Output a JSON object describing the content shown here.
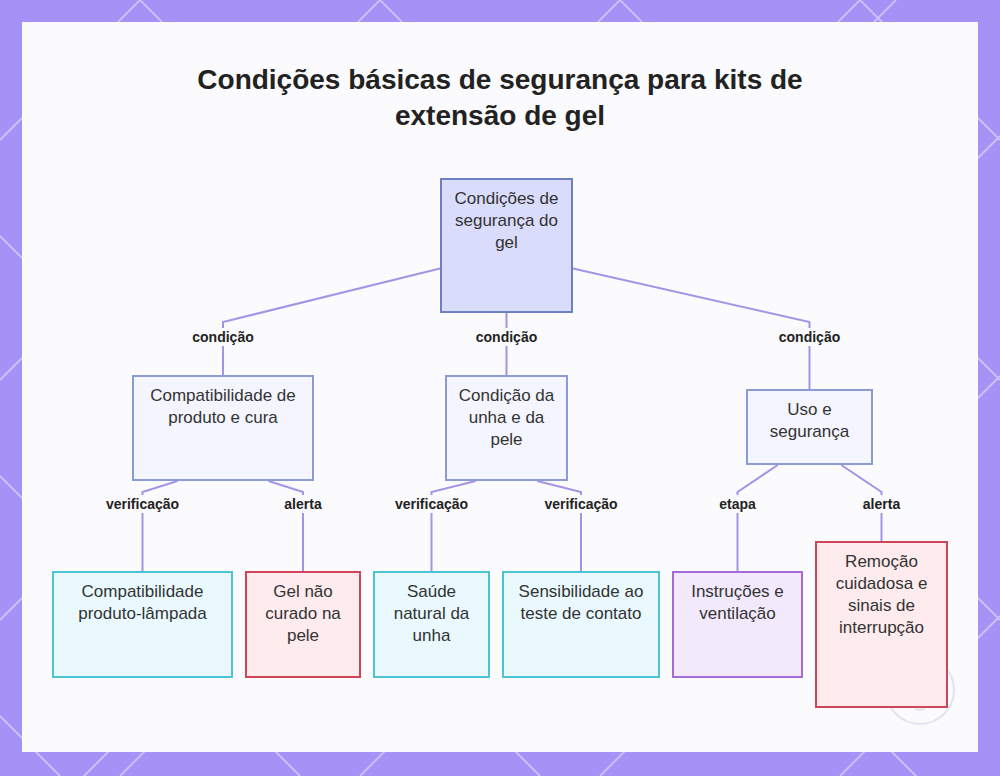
{
  "diagram": {
    "title": "Condições básicas de segurança para kits de extensão de gel",
    "nodes": [
      {
        "text": [
          "Condições de segurança do gel"
        ]
      },
      {
        "text": [
          "Compatibilidade de produto e cura"
        ]
      },
      {
        "text": [
          "Condição da unha e da pele"
        ]
      },
      {
        "text": [
          "Uso e segurança"
        ]
      },
      {
        "text": [
          "Compatibilidade produto-lâmpada"
        ]
      },
      {
        "text": [
          "Gel não curado na pele"
        ]
      },
      {
        "text": [
          "Saúde natural da unha"
        ]
      },
      {
        "text": [
          "Sensibilidade ao teste de contato"
        ]
      },
      {
        "text": [
          "Instruções e ventilação"
        ]
      },
      {
        "text": [
          "Remoção cuidadosa e sinais de interrupção"
        ]
      }
    ],
    "edges": [
      {
        "from": 0,
        "to": 1,
        "arrow": "none",
        "label": "condição"
      },
      {
        "from": 0,
        "to": 2,
        "arrow": "none",
        "label": "condição"
      },
      {
        "from": 0,
        "to": 3,
        "arrow": "none",
        "label": "condição"
      },
      {
        "from": 1,
        "to": 4,
        "arrow": "none",
        "label": "verificação"
      },
      {
        "from": 1,
        "to": 5,
        "arrow": "none",
        "label": "alerta"
      },
      {
        "from": 2,
        "to": 6,
        "arrow": "none",
        "label": "verificação"
      },
      {
        "from": 2,
        "to": 7,
        "arrow": "none",
        "label": "verificação"
      },
      {
        "from": 3,
        "to": 8,
        "arrow": "none",
        "label": "etapa"
      },
      {
        "from": 3,
        "to": 9,
        "arrow": "none",
        "label": "alerta"
      }
    ]
  }
}
